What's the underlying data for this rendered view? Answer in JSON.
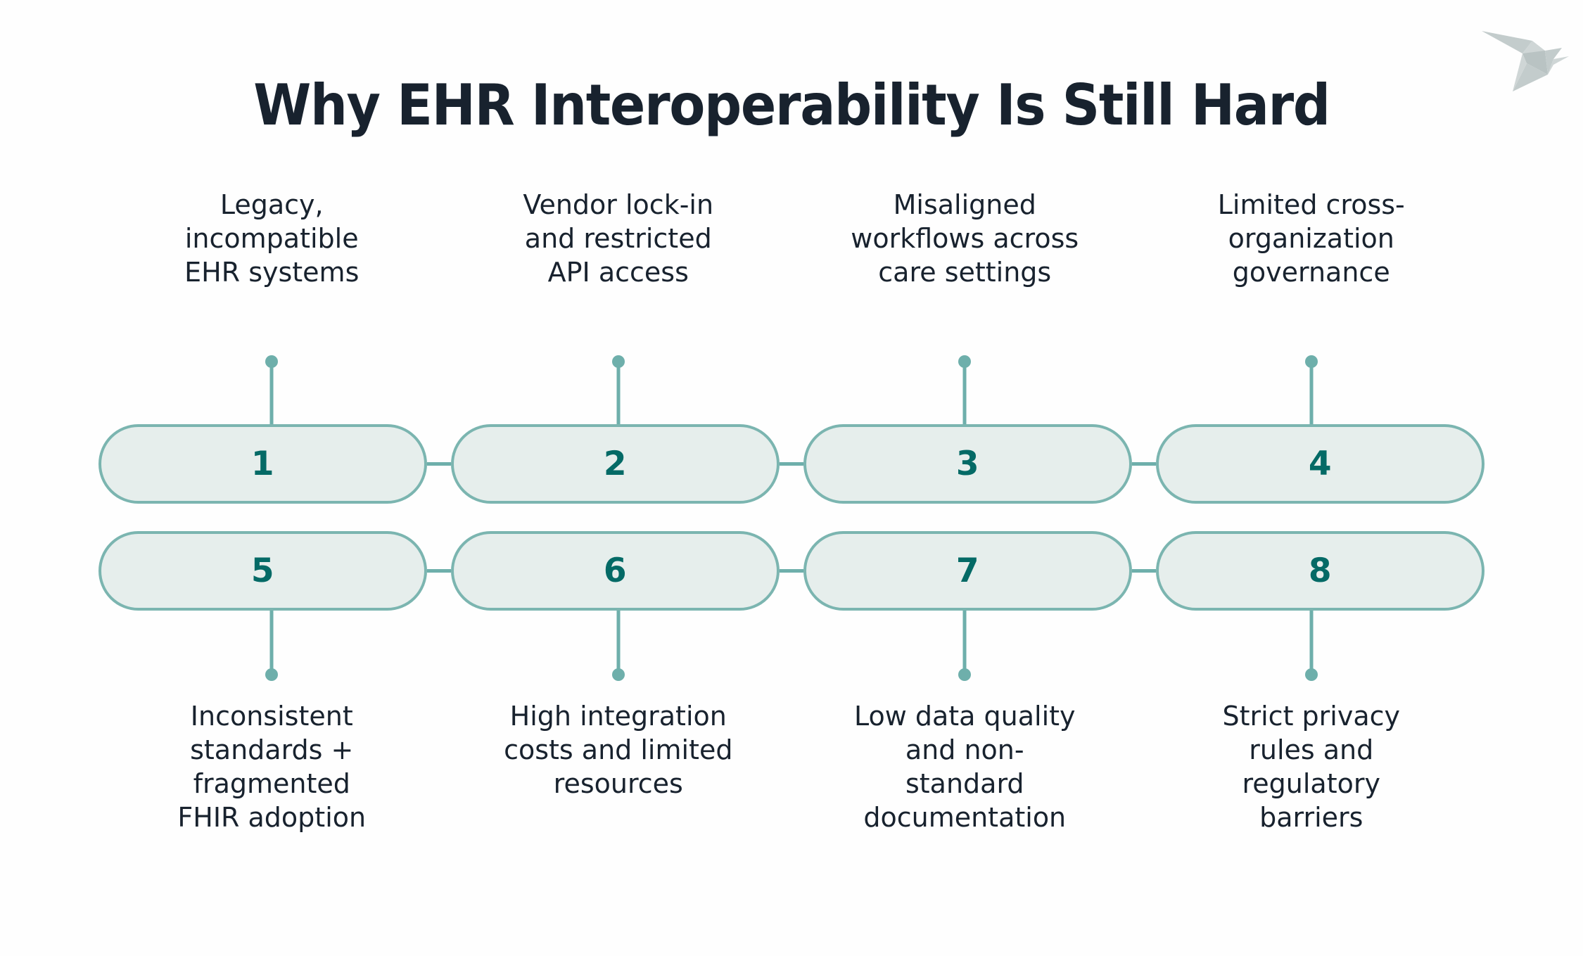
{
  "page": {
    "title": "Why EHR Interoperability Is Still Hard",
    "background_color": "#fefefe"
  },
  "logo": {
    "name": "origami-bird-logo",
    "color": "#c3cccc"
  },
  "theme": {
    "title_color": "#18222e",
    "label_color": "#18222e",
    "pill_fill": "#e6eeec",
    "pill_border": "#7bb5b0",
    "number_color": "#046a66",
    "connector_color": "#6eafab"
  },
  "chart_data": {
    "type": "table",
    "title": "Why EHR Interoperability Is Still Hard",
    "categories": [
      "1",
      "2",
      "3",
      "4",
      "5",
      "6",
      "7",
      "8"
    ],
    "values": [
      "Legacy, incompatible EHR systems",
      "Vendor lock-in and restricted API access",
      "Misaligned workflows across care settings",
      "Limited cross-organization governance",
      "Inconsistent standards + fragmented FHIR adoption",
      "High integration costs and limited resources",
      "Low data quality and non-standard documentation",
      "Strict privacy rules and regulatory barriers"
    ],
    "layout": "two rows of four connected pills; row 1 labels above, row 2 labels below",
    "legend": "none",
    "grid": false
  },
  "top_row": {
    "labels": [
      {
        "number": "1",
        "line1": "Legacy,",
        "line2": "incompatible",
        "line3": "EHR systems"
      },
      {
        "number": "2",
        "line1": "Vendor lock-in",
        "line2": "and restricted",
        "line3": "API access"
      },
      {
        "number": "3",
        "line1": "Misaligned",
        "line2": "workflows across",
        "line3": "care settings"
      },
      {
        "number": "4",
        "line1": "Limited cross-",
        "line2": "organization",
        "line3": "governance"
      }
    ]
  },
  "bottom_row": {
    "labels": [
      {
        "number": "5",
        "line1": "Inconsistent",
        "line2": "standards +",
        "line3": "fragmented",
        "line4": "FHIR adoption"
      },
      {
        "number": "6",
        "line1": "High integration",
        "line2": "costs and limited",
        "line3": "resources",
        "line4": ""
      },
      {
        "number": "7",
        "line1": "Low data quality",
        "line2": "and non-",
        "line3": "standard",
        "line4": "documentation"
      },
      {
        "number": "8",
        "line1": "Strict privacy",
        "line2": "rules and",
        "line3": "regulatory",
        "line4": "barriers"
      }
    ]
  }
}
